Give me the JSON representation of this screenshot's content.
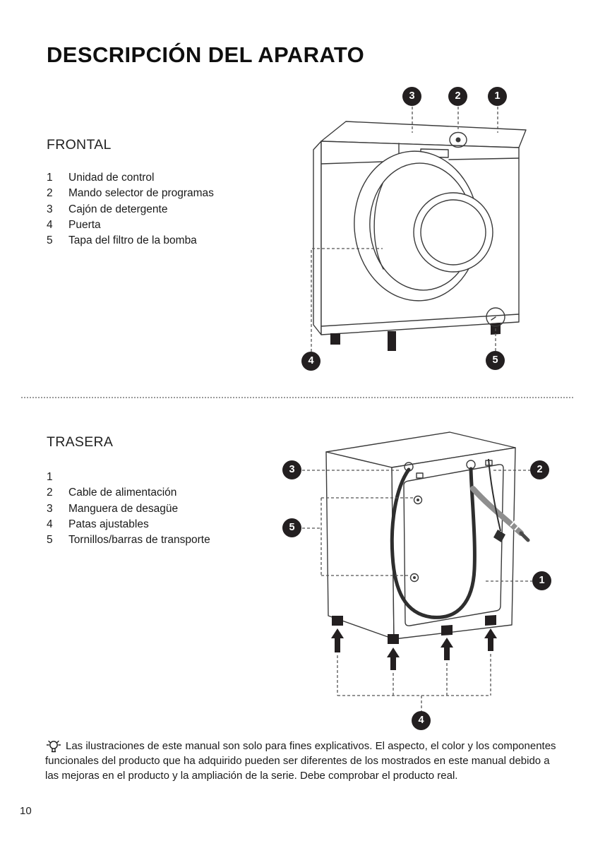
{
  "title": "DESCRIPCIÓN DEL APARATO",
  "page_number": "10",
  "frontal": {
    "heading": "FRONTAL",
    "items": [
      {
        "num": "1",
        "label": "Unidad de control"
      },
      {
        "num": "2",
        "label": "Mando selector de programas"
      },
      {
        "num": "3",
        "label": "Cajón de detergente"
      },
      {
        "num": "4",
        "label": "Puerta"
      },
      {
        "num": "5",
        "label": "Tapa del filtro de la bomba"
      }
    ]
  },
  "trasera": {
    "heading": "TRASERA",
    "items": [
      {
        "num": "1",
        "label": ""
      },
      {
        "num": "2",
        "label": "Cable de alimentación"
      },
      {
        "num": "3",
        "label": "Manguera de desagüe"
      },
      {
        "num": "4",
        "label": "Patas ajustables"
      },
      {
        "num": "5",
        "label": "Tornillos/barras de transporte"
      }
    ]
  },
  "note": {
    "icon": "lightbulb-icon",
    "text": "Las ilustraciones de este manual son solo para fines explicativos. El aspecto, el color y los componentes funcionales del producto que ha adquirido pueden ser diferentes de los mostrados en este manual debido a las mejoras en el producto y la ampliación de la serie. Debe comprobar el producto real."
  },
  "colors": {
    "callout_bg": "#231f20",
    "line_ink": "#3a3a3a",
    "hose_gray": "#8e8e8e"
  }
}
